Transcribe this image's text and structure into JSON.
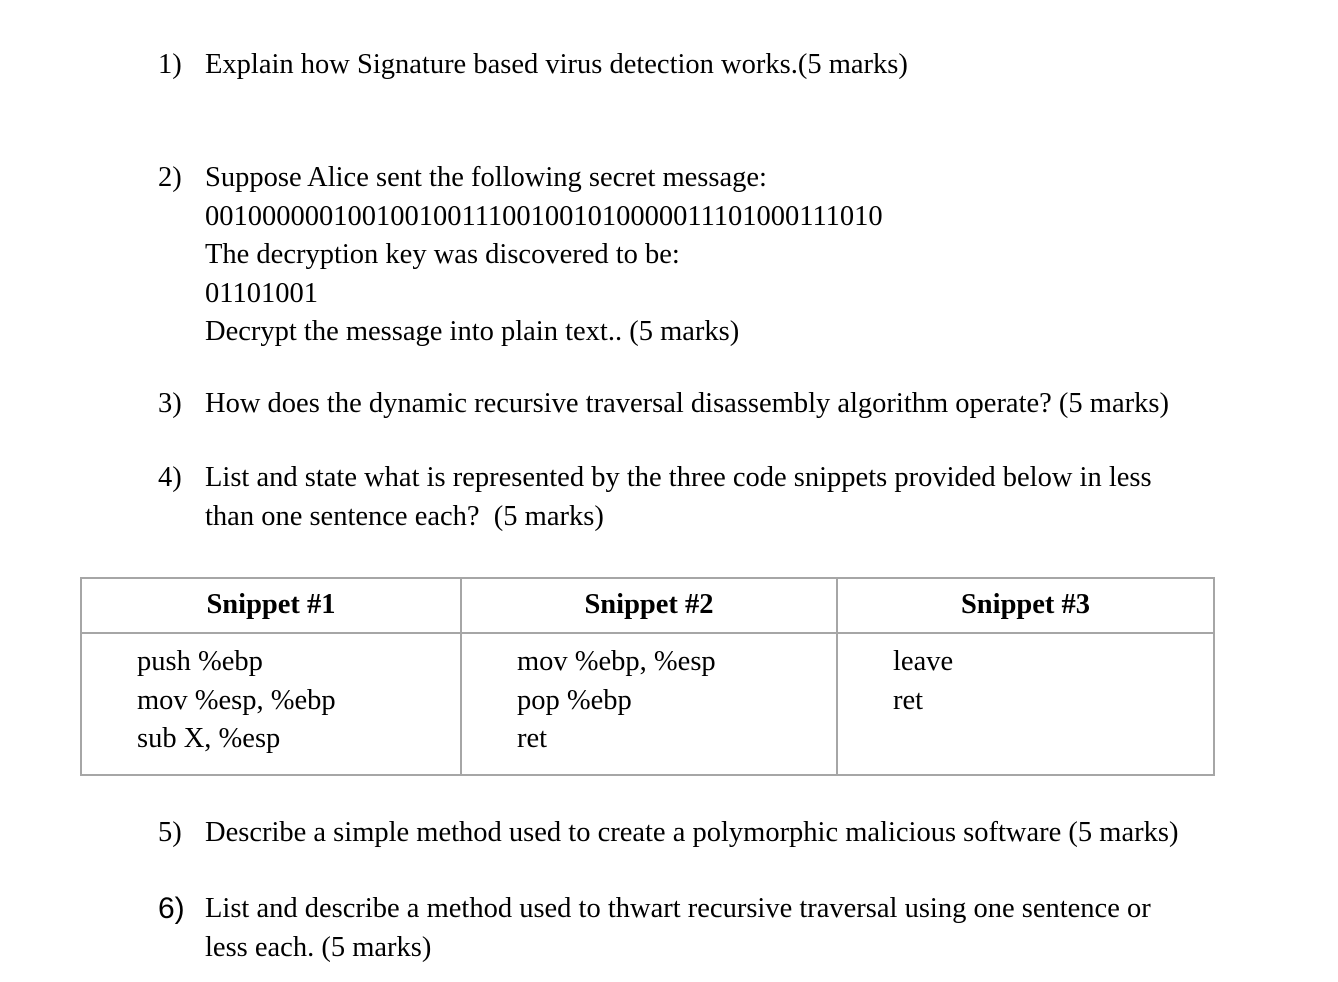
{
  "page": {
    "background": "#ffffff",
    "text_color": "#000000"
  },
  "questions": [
    {
      "number": "1)",
      "lines": [
        "Explain how Signature based virus detection works.(5 marks)"
      ]
    },
    {
      "number": "2)",
      "lines": [
        "Suppose Alice sent the following secret message:",
        "001000000100100100111001001010000011101000111010",
        "The decryption key was discovered to be:",
        "01101001",
        "Decrypt the message into plain text.. (5 marks)"
      ]
    },
    {
      "number": "3)",
      "lines": [
        "How does the dynamic recursive traversal disassembly algorithm operate? (5 marks)"
      ]
    },
    {
      "number": "4)",
      "lines": [
        "List and state what is represented by the three code snippets provided below in less",
        "than one sentence each?  (5 marks)"
      ]
    },
    {
      "number": "5)",
      "lines": [
        "Describe a simple method used to create a polymorphic malicious software (5 marks)"
      ]
    },
    {
      "number": "6)",
      "lines": [
        "List and describe a method used to thwart recursive traversal using one sentence or",
        "less each. (5 marks)"
      ]
    }
  ],
  "table": {
    "headers": [
      "Snippet #1",
      "Snippet #2",
      "Snippet #3"
    ],
    "cells": [
      [
        "push %ebp",
        "mov %esp, %ebp",
        "sub X, %esp"
      ],
      [
        "mov %ebp, %esp",
        "pop %ebp",
        "ret"
      ],
      [
        "leave",
        "ret"
      ]
    ],
    "border_color": "#a6a6a6"
  }
}
